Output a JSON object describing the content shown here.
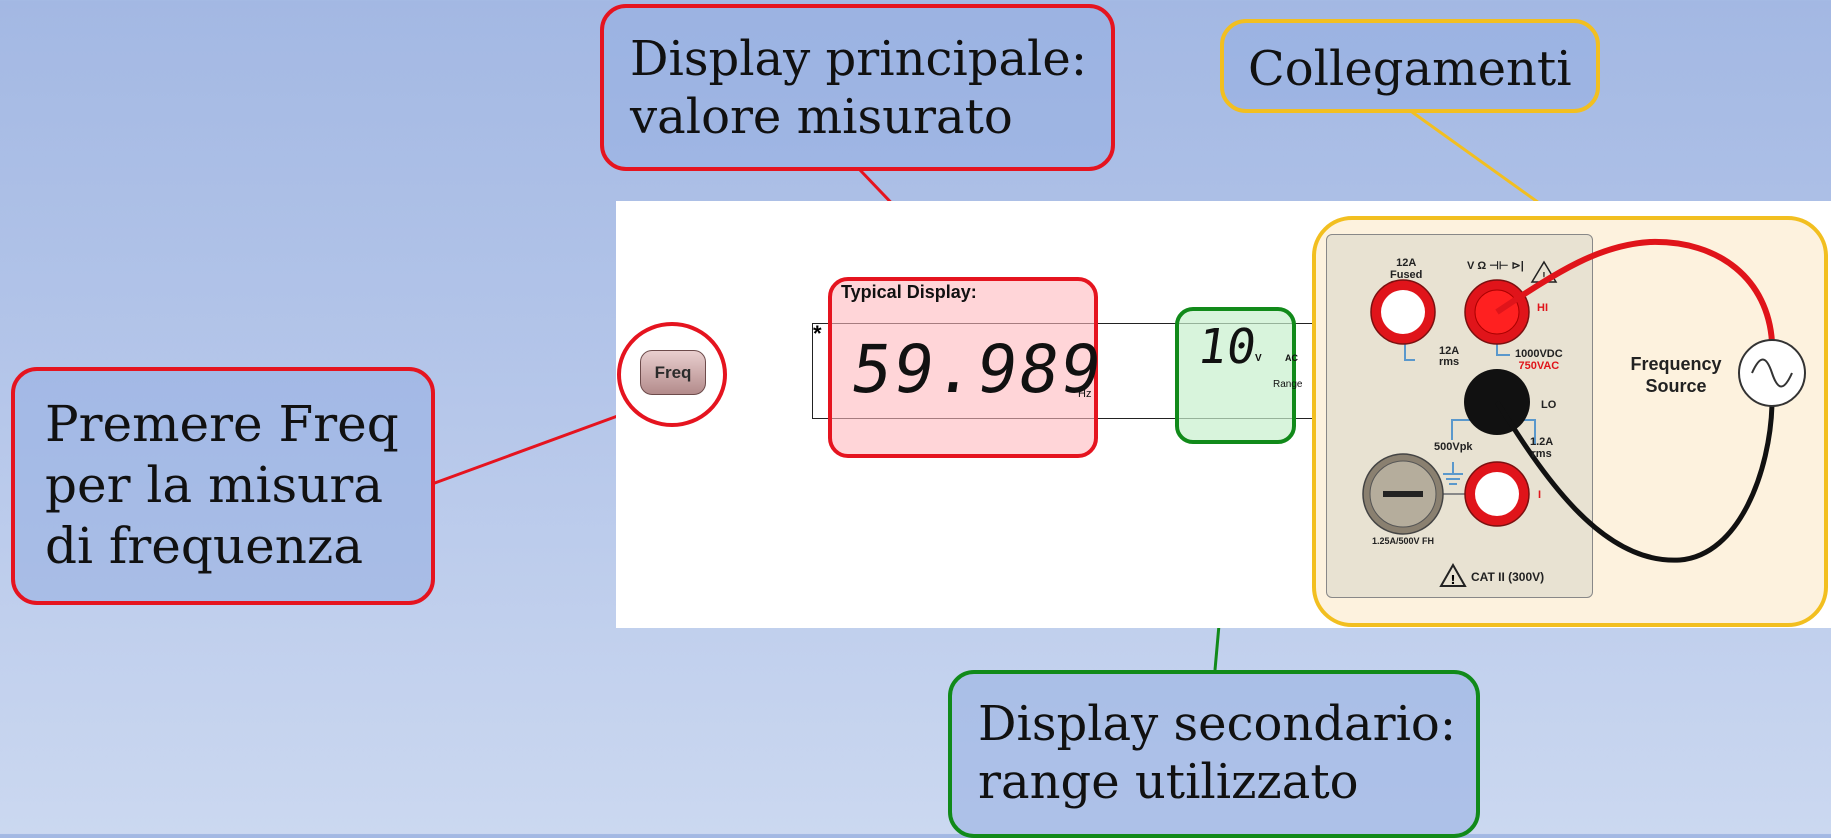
{
  "callouts": {
    "main_display": {
      "line1": "Display principale:",
      "line2": "valore misurato"
    },
    "connections": {
      "label": "Collegamenti"
    },
    "freq_instruction": {
      "line1": "Premere Freq",
      "line2": "per la misura",
      "line3": "di frequenza"
    },
    "secondary_display": {
      "line1": "Display secondario:",
      "line2": "range utilizzato"
    }
  },
  "instrument": {
    "freq_button_label": "Freq",
    "typical_display_label": "Typical Display:",
    "asterisk": "*",
    "main_reading": "59.989",
    "main_unit": "Hz",
    "secondary_reading": "10",
    "secondary_unit": "V",
    "ac_label": "AC",
    "range_label": "Range"
  },
  "terminals": {
    "fused_label_1": "12A",
    "fused_label_2": "Fused",
    "function_symbols": "V Ω ⊣⊢ ⊳|",
    "hi_label": "HI",
    "rms_label_1": "12A",
    "rms_label_2": "rms",
    "vdc_label": "1000VDC",
    "vac_label": "750VAC",
    "lo_label": "LO",
    "vpk_label": "500Vpk",
    "rms2_label_1": "1.2A",
    "rms2_label_2": "rms",
    "i_label": "I",
    "fuse_label": "1.25A/500V FH",
    "cat_label": "CAT II (300V)"
  },
  "source": {
    "line1": "Frequency",
    "line2": "Source"
  },
  "colors": {
    "red": "#e5141f",
    "yellow": "#f2bf20",
    "green": "#118a1a",
    "terminal_red": "#e0141a"
  }
}
